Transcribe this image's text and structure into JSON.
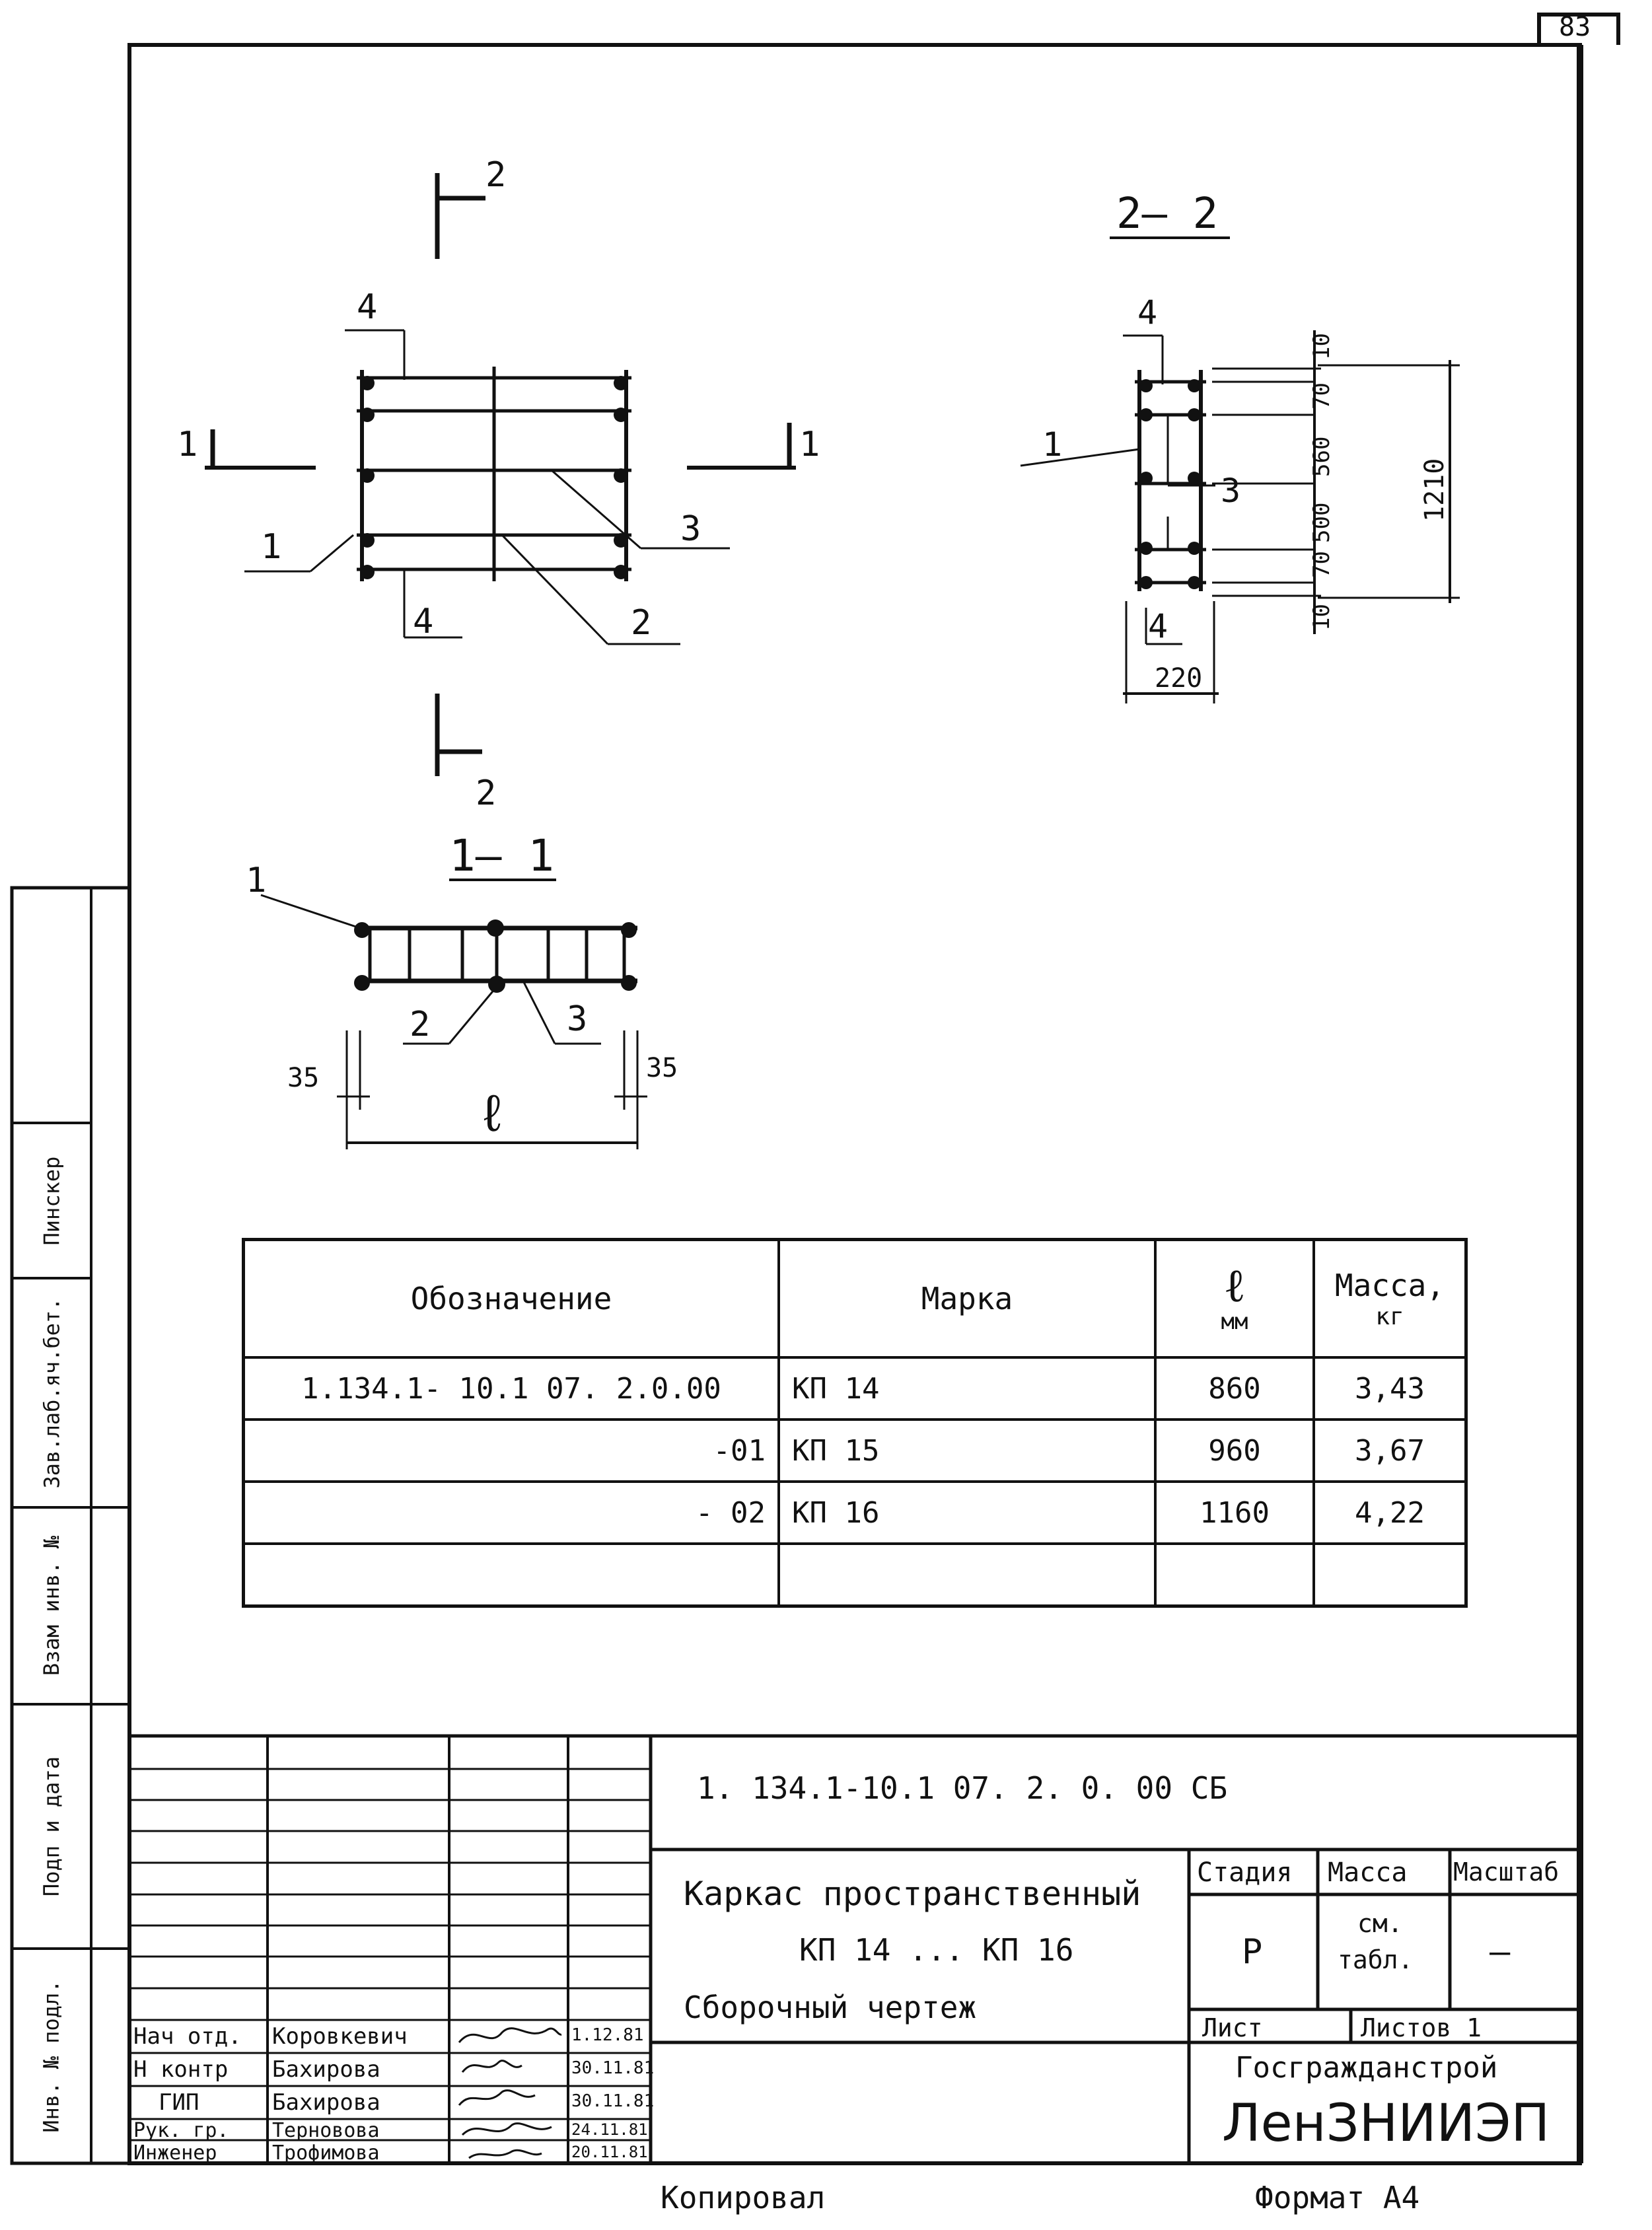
{
  "page_number": "83",
  "sections": {
    "plan_cut_top": "2",
    "plan_cut_bottom": "2",
    "plan_cut_left": "1",
    "plan_cut_right": "1",
    "section_2_2_title": "2— 2",
    "section_1_1_title": "1— 1"
  },
  "callouts": {
    "plan": {
      "c4_top": "4",
      "c1": "1",
      "c3": "3",
      "c4_bottom": "4",
      "c2": "2"
    },
    "s22": {
      "c4_top": "4",
      "c1": "1",
      "c3": "3",
      "c4_bottom": "4"
    },
    "s11": {
      "c1": "1",
      "c2": "2",
      "c3": "3"
    }
  },
  "dimensions": {
    "s22": {
      "d10_top": "10",
      "d70_top": "70",
      "d560": "560",
      "d500": "500",
      "d70_bot": "70",
      "d10_bot": "10",
      "total_height": "1210",
      "width": "220"
    },
    "s11": {
      "left_offset": "35",
      "right_offset": "35",
      "length": "ℓ"
    }
  },
  "spec_table": {
    "headers": {
      "designation": "Обозначение",
      "mark": "Марка",
      "length": "ℓ",
      "length_unit": "мм",
      "mass": "Масса,",
      "mass_unit": "кг"
    },
    "rows": [
      {
        "designation": "1.134.1- 10.1 07. 2.0.00",
        "mark": "КП  14",
        "length": "860",
        "mass": "3,43"
      },
      {
        "designation": "-01",
        "mark": "КП  15",
        "length": "960",
        "mass": "3,67"
      },
      {
        "designation": "- 02",
        "mark": "КП  16",
        "length": "1160",
        "mass": "4,22"
      },
      {
        "designation": "",
        "mark": "",
        "length": "",
        "mass": ""
      }
    ]
  },
  "side_stamp": {
    "f1": "Зав.лаб.яч.бет.",
    "f2": "Пинскер",
    "f3": "Взам инв. №",
    "f4": "Подп и дата",
    "f5": "Инв. № подл."
  },
  "title_block": {
    "doc_code": "1. 134.1-10.1  07. 2. 0. 00 СБ",
    "title_line1": "Каркас пространственный",
    "title_line2": "КП 14 ... КП 16",
    "title_line3": "Сборочный   чертеж",
    "stage_header": "Стадия",
    "mass_header": "Масса",
    "scale_header": "Масштаб",
    "stage_value": "Р",
    "mass_value_1": "см.",
    "mass_value_2": "табл.",
    "scale_value": "—",
    "sheet_label": "Лист",
    "sheets_label": "Листов 1",
    "org1": "Госгражданстрой",
    "org2": "ЛенЗНИИЭП",
    "signatures": [
      {
        "role": "Нач отд.",
        "name": "Коровкевич",
        "date": "1.12.81"
      },
      {
        "role": "Н контр",
        "name": "Бахирова",
        "date": "30.11.81"
      },
      {
        "role": "ГИП",
        "name": "Бахирова",
        "date": "30.11.81"
      },
      {
        "role": "Рук. гр.",
        "name": "Терновова",
        "date": "24.11.81"
      },
      {
        "role": "Инженер",
        "name": "Трофимова",
        "date": "20.11.81"
      }
    ]
  },
  "footer": {
    "copied": "Копировал",
    "format": "Формат А4"
  }
}
